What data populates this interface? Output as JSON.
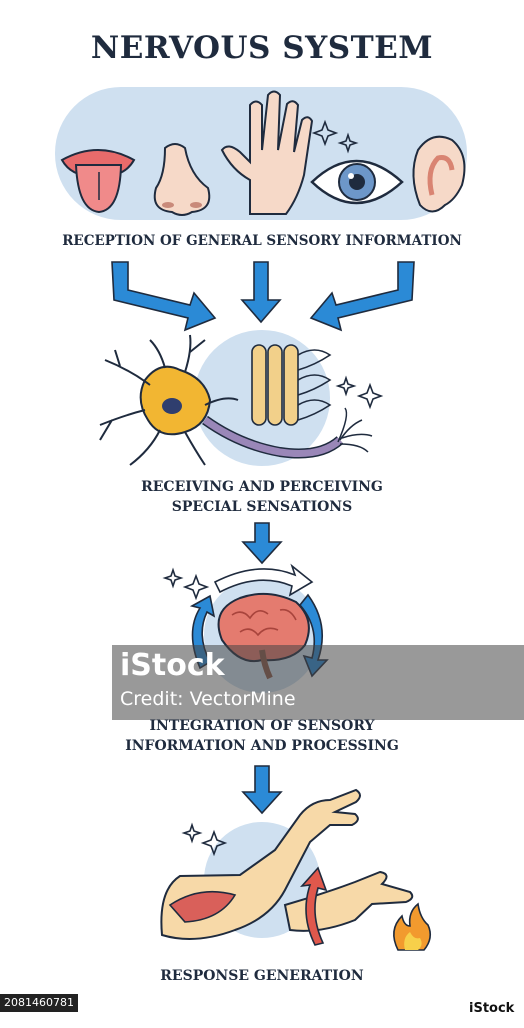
{
  "diagram": {
    "title": "NERVOUS SYSTEM",
    "steps": [
      {
        "caption_lines": [
          "RECEPTION OF GENERAL SENSORY INFORMATION"
        ]
      },
      {
        "caption_lines": [
          "RECEIVING AND PERCEIVING",
          "SPECIAL SENSATIONS"
        ]
      },
      {
        "caption_lines": [
          "INTEGRATION OF SENSORY",
          "INFORMATION AND PROCESSING"
        ]
      },
      {
        "caption_lines": [
          "RESPONSE GENERATION"
        ]
      }
    ],
    "colors": {
      "text": "#1f2b3e",
      "arrow_blue": "#2b8ad6",
      "bubble_blue": "#cfe0f0",
      "skin": "#f6d9c8",
      "neuron_yellow": "#f2b632"
    }
  },
  "watermark": {
    "line1": "iStock",
    "line2": "Credit: VectorMine"
  },
  "footer": {
    "image_id": "2081460781",
    "logo_text": "iStock"
  }
}
